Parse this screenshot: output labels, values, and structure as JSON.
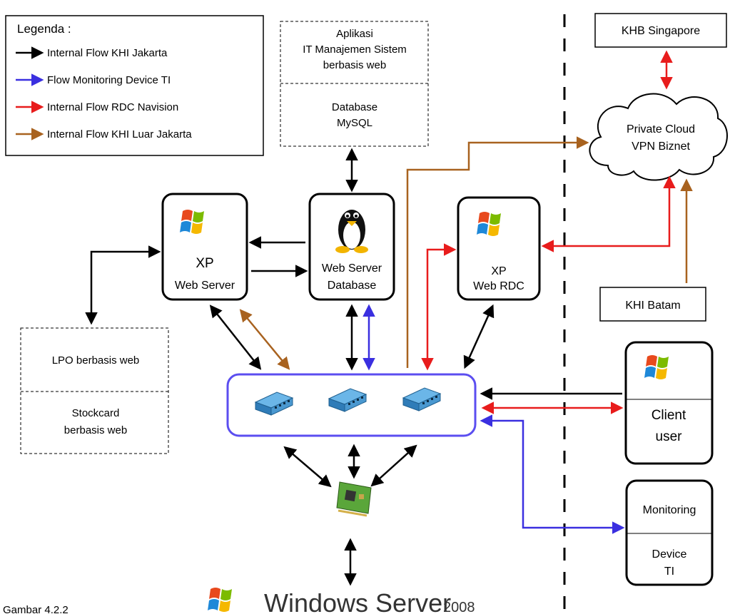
{
  "legend": {
    "title": "Legenda :",
    "items": [
      {
        "label": "Internal Flow KHI Jakarta",
        "color": "#000000"
      },
      {
        "label": "Flow Monitoring Device TI",
        "color": "#3a2fe0"
      },
      {
        "label": "Internal Flow RDC Navision",
        "color": "#e81c1c"
      },
      {
        "label": "Internal Flow KHI Luar Jakarta",
        "color": "#a8621f"
      }
    ]
  },
  "app_box": {
    "top_lines": [
      "Aplikasi",
      "IT Manajemen Sistem",
      "berbasis web"
    ],
    "bottom_lines": [
      "Database",
      "MySQL"
    ]
  },
  "xp_web_server": {
    "line1": "XP",
    "line2": "Web Server",
    "icon": "windows-logo-icon"
  },
  "web_server_db": {
    "line1": "Web Server",
    "line2": "Database",
    "icon": "linux-tux-icon"
  },
  "xp_web_rdc": {
    "line1": "XP",
    "line2": "Web RDC",
    "icon": "windows-logo-icon"
  },
  "khb_singapore": "KHB Singapore",
  "cloud": {
    "line1": "Private Cloud",
    "line2": "VPN Biznet"
  },
  "khi_batam": "KHI Batam",
  "client_user": {
    "line1": "Client",
    "line2": "user",
    "icon": "windows-logo-icon"
  },
  "monitoring": {
    "top": "Monitoring",
    "bottom_line1": "Device",
    "bottom_line2": "TI"
  },
  "lpo_box": {
    "top": "LPO berbasis web",
    "bottom_line1": "Stockcard",
    "bottom_line2": "berbasis web"
  },
  "switches": {
    "icon": "network-switch-icon",
    "count": 3
  },
  "nic": {
    "icon": "network-card-icon"
  },
  "windows_server": {
    "brand": "Windows Server",
    "version": "2008"
  },
  "caption": "Gambar 4.2.2",
  "colors": {
    "black": "#000000",
    "blue": "#3a2fe0",
    "red": "#e81c1c",
    "brown": "#a8621f",
    "hub_border": "#5b4ef0"
  }
}
